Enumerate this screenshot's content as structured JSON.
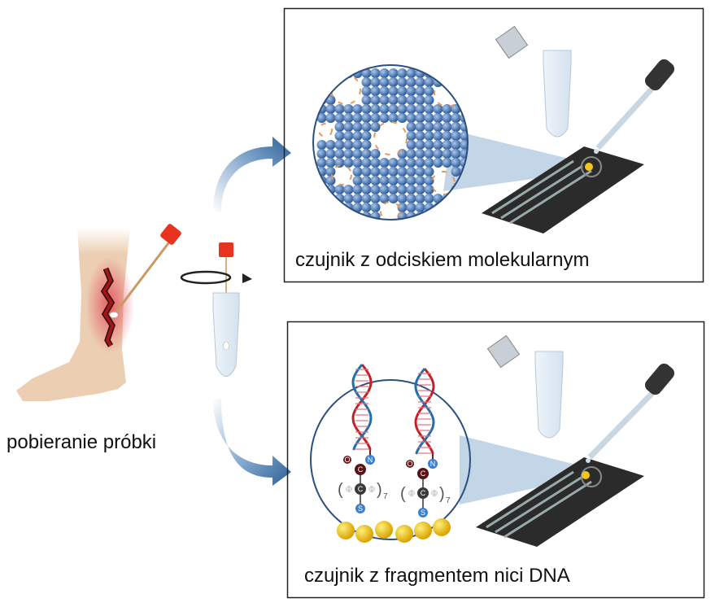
{
  "labels": {
    "sampling": "pobieranie próbki",
    "mip_sensor": "czujnik z odciskiem molekularnym",
    "dna_sensor": "czujnik z fragmentem nici DNA"
  },
  "chemistry": {
    "oxygen": "O",
    "carbon": "C",
    "nitrogen": "N",
    "hydrogen": "H",
    "sulfur": "S",
    "repeat": "7"
  },
  "colors": {
    "arrow": "#2d5f95",
    "circle_border": "#2b4f7e",
    "skin": "#eccfb3",
    "wound": "#8c0f10",
    "cap": "#e8341f",
    "sphere": "#4a79b7",
    "gold": "#f3c51b",
    "dna_red": "#c51f26",
    "dna_blue": "#1f6fa8",
    "electrode": "#2b2b2b"
  }
}
